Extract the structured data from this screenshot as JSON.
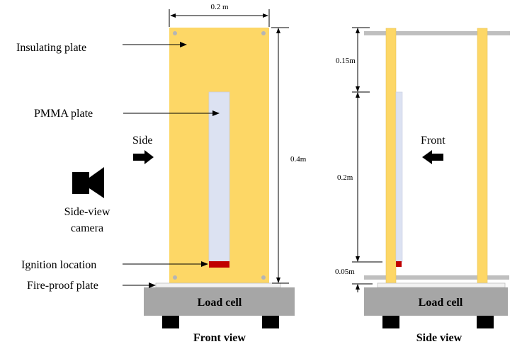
{
  "colors": {
    "insulating": "#fdd766",
    "pmma": "#dce2f2",
    "ignition": "#c00000",
    "load_cell": "#a6a6a6",
    "bar": "#bfbfbf"
  },
  "front_view": {
    "title": "Front view",
    "width_dim": "0.2 m",
    "height_dim": "0.4m",
    "load_cell": "Load cell",
    "labels": {
      "insulating_plate": "Insulating plate",
      "pmma_plate": "PMMA plate",
      "side": "Side",
      "camera_line1": "Side-view",
      "camera_line2": "camera",
      "ignition_location": "Ignition location",
      "fire_proof_plate": "Fire-proof plate"
    }
  },
  "side_view": {
    "title": "Side view",
    "front": "Front",
    "load_cell": "Load cell",
    "dims": {
      "top": "0.15m",
      "middle": "0.2m",
      "bottom": "0.05m"
    }
  }
}
